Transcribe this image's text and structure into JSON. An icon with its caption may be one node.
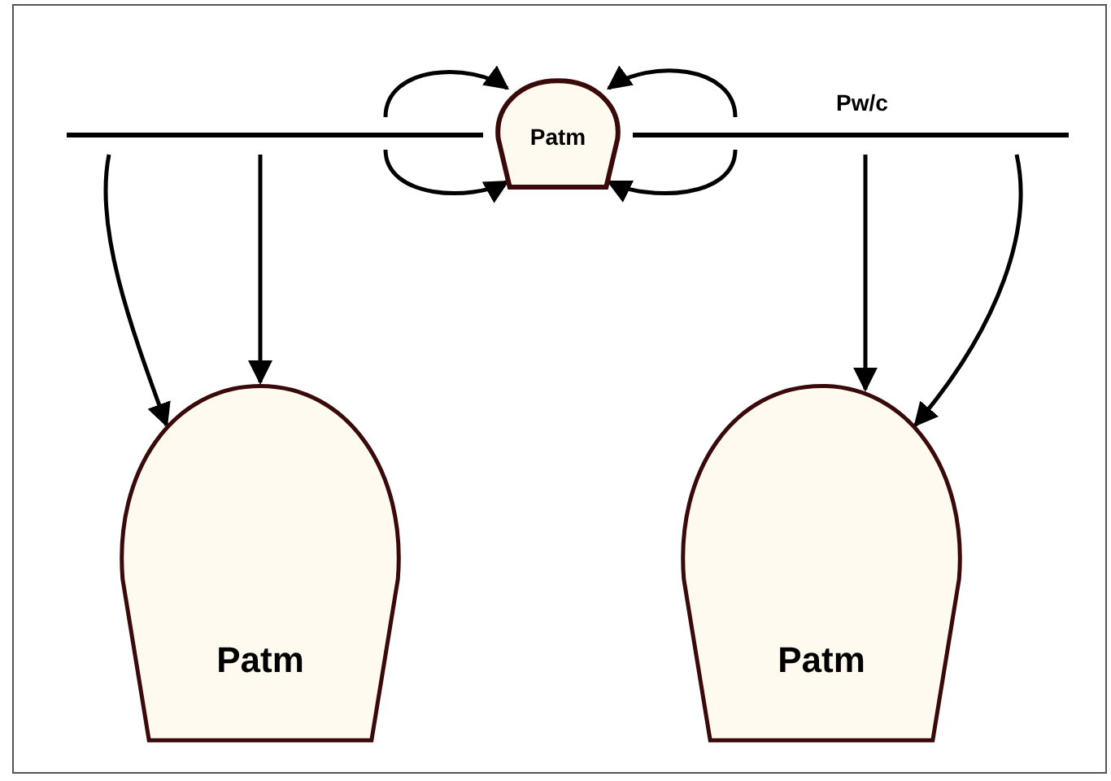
{
  "diagram": {
    "nodes": [
      {
        "text": [
          "Patm"
        ]
      },
      {
        "text": [
          "Patm"
        ]
      },
      {
        "text": [
          "Patm"
        ]
      }
    ],
    "edges": [
      {
        "from": null,
        "to": 0,
        "arrow": "to"
      },
      {
        "from": null,
        "to": 0,
        "arrow": "to"
      },
      {
        "from": null,
        "to": 0,
        "arrow": "to"
      },
      {
        "from": null,
        "to": 0,
        "arrow": "to"
      },
      {
        "from": null,
        "to": 1,
        "arrow": "to"
      },
      {
        "from": null,
        "to": 1,
        "arrow": "to"
      },
      {
        "from": null,
        "to": 2,
        "arrow": "to"
      },
      {
        "from": null,
        "to": 2,
        "arrow": "to"
      }
    ],
    "labels": [
      "Pw/c"
    ]
  }
}
